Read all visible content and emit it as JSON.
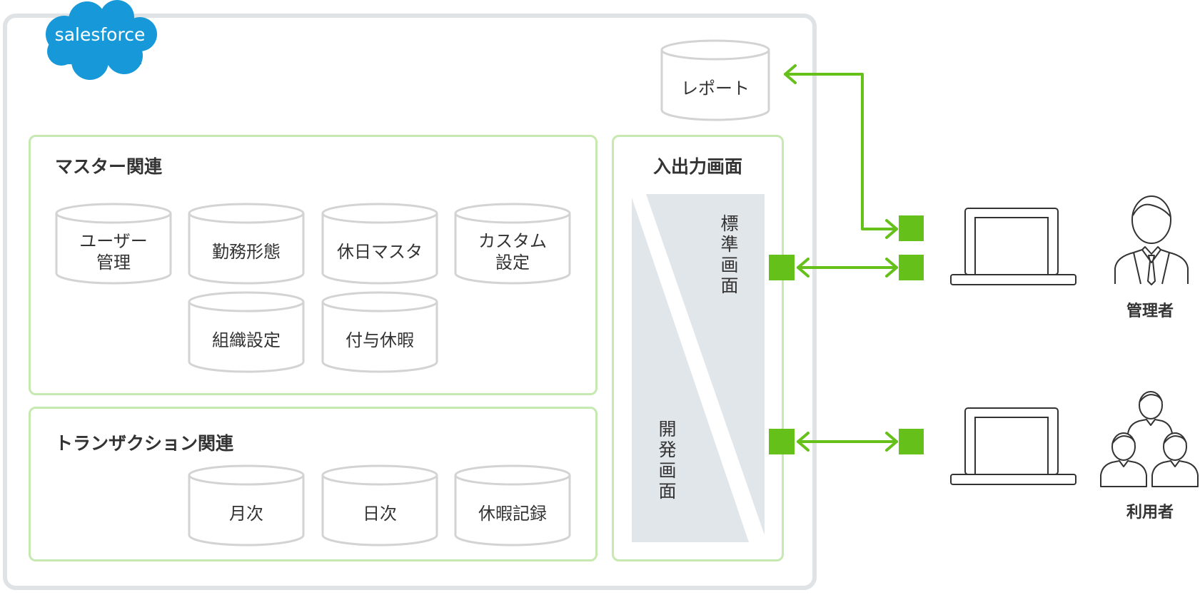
{
  "brand": {
    "logo_text": "salesforce",
    "logo_color": "#1798d8"
  },
  "colors": {
    "accent_green": "#66c01a",
    "panel_border": "#c6e8b1",
    "outer_border": "#dfe3e6",
    "screen_fill": "#e1e6ea"
  },
  "report": {
    "label": "レポート"
  },
  "master": {
    "title": "マスター関連",
    "items": [
      "ユーザー\n管理",
      "勤務形態",
      "休日マスタ",
      "カスタム\n設定",
      "組織設定",
      "付与休暇"
    ]
  },
  "transaction": {
    "title": "トランザクション関連",
    "items": [
      "月次",
      "日次",
      "休暇記録"
    ]
  },
  "io": {
    "title": "入出力画面",
    "standard": "標準画面",
    "custom": "開発画面"
  },
  "actors": {
    "admin": {
      "label": "管理者",
      "icon": "businessman-icon"
    },
    "user": {
      "label": "利用者",
      "icon": "user-group-icon"
    }
  }
}
